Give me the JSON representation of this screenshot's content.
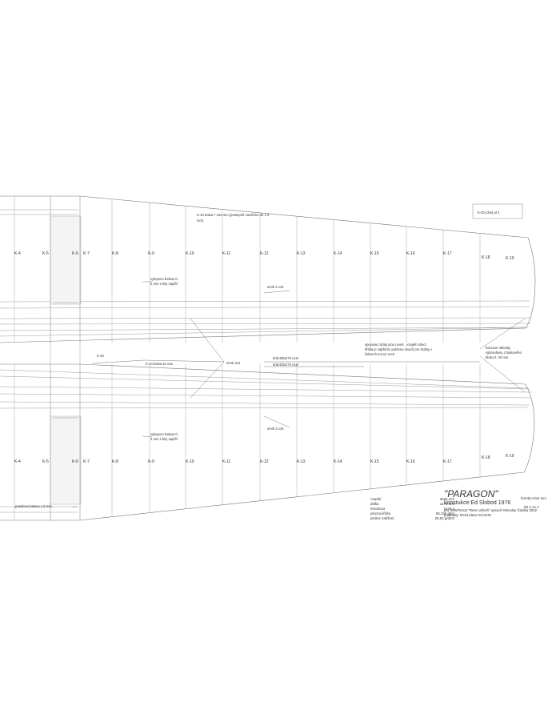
{
  "ribs_top": [
    "K-4",
    "K-5",
    "K-6",
    "K-7",
    "K-8",
    "K-9",
    "K-10",
    "K-11",
    "K-12",
    "K-13",
    "K-14",
    "K-15",
    "K-16",
    "K-17",
    "K-18",
    "K-19"
  ],
  "ribs_bottom": [
    "K-4",
    "K-5",
    "K-6",
    "K-7",
    "K-8",
    "K-9",
    "K-10",
    "K-11",
    "K-12",
    "K-13",
    "K-14",
    "K-15",
    "K-16",
    "K-17",
    "K-18",
    "K-19"
  ],
  "notes": {
    "k20_tip": "K-20 (dvs) pl 2",
    "k20_leading_1": "K-20 balsa 7 x32 mm (postupně zaměčno do 4.3",
    "k20_leading_2": "mm)",
    "balsa_top_1": "vylepeno balsou tl.",
    "balsa_top_2": "2 mm s léty napříč",
    "smrk_top": "smrk 3 x10",
    "k20_center": "K-20",
    "k24": "K-24  balsa 10 x16",
    "smrk_center": "smrk 3x3",
    "joint_1": "spojovací dráty jsou rovné , vzepětí sítecí",
    "joint_2": "křídla je zajištěno polohou otvorů pro trubky v",
    "joint_3": "žebrech K1,K2 a K3",
    "wire_1": "drát Ø6x270 ocel",
    "wire_2": "drát Ø4x270 ocel",
    "tip_1": "koncové oblouky",
    "tip_2": "vybroušeny z balsového",
    "tip_3": "bloku tl. 20 mm",
    "balsa_bot_1": "vylepeno balsou tl.",
    "balsa_bot_2": "2 mm s léty napříč",
    "smrk_bottom": "smrk 3 x10",
    "potazeno": "potaženo balsou 1.5 mm"
  },
  "title_block": {
    "specs": [
      {
        "label": "rozpětí",
        "value": "3045 mm"
      },
      {
        "label": "délka",
        "value": "1276 mm"
      },
      {
        "label": "hmotnost",
        "value": "1420 g"
      },
      {
        "label": "plocha křídla",
        "value": "65,156 dm2"
      },
      {
        "label": "plošné zatížení",
        "value": "20,53 g/dm2"
      }
    ],
    "title": "\"PARAGON\"",
    "subtitle": "konstukce:Ed Slobod  1976",
    "credit_1": "pro SAM78 kat \"Retro větroň\" upravil: Miroslav Čáslka 2022",
    "credit_2": "podklady: RCM plans 01/1976",
    "format": "formát A2x4 mm",
    "sheet": "list 2 ze 2"
  }
}
